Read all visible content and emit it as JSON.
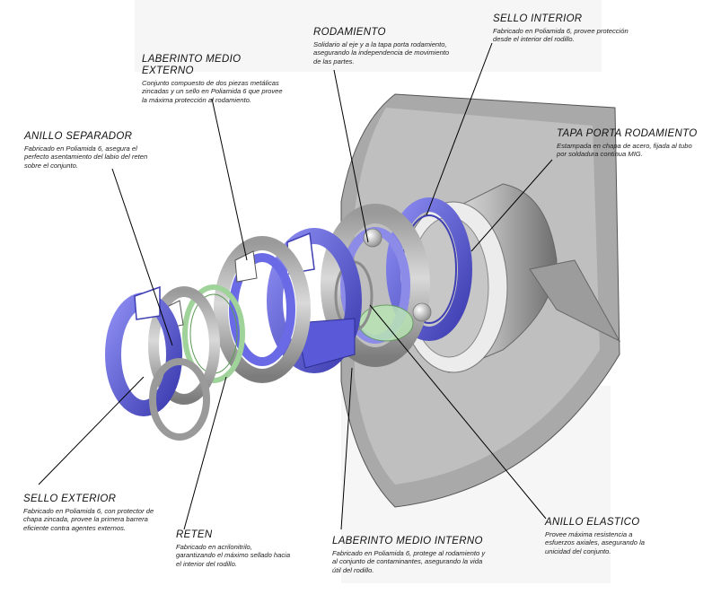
{
  "labels": {
    "anillo_separador": {
      "title": "ANILLO SEPARADOR",
      "desc": "Fabricado en Poliamida 6, asegura el perfecto asentamiento del labio del reten sobre el conjunto."
    },
    "laberinto_medio_externo": {
      "title": "LABERINTO MEDIO EXTERNO",
      "desc": "Conjunto compuesto de dos piezas metálicas zincadas y un sello en Poliamida 6 que provee la máxima protección al rodamiento."
    },
    "rodamiento": {
      "title": "RODAMIENTO",
      "desc": "Solidario al eje y a la tapa porta rodamiento, asegurando la independencia de movimiento de las partes."
    },
    "sello_interior": {
      "title": "SELLO INTERIOR",
      "desc": "Fabricado en Poliamida 6, provee protección desde el interior del rodillo."
    },
    "tapa_porta_rodamiento": {
      "title": "TAPA PORTA RODAMIENTO",
      "desc": "Estampada en chapa de acero, fijada al tubo por soldadura continua MIG."
    },
    "sello_exterior": {
      "title": "SELLO EXTERIOR",
      "desc": "Fabricado en Poliamida 6, con protector de chapa zincada, provee la primera barrera eficiente contra agentes externos."
    },
    "reten": {
      "title": "RETEN",
      "desc": "Fabricado en acrilonitrilo, garantizando el máximo sellado hacia el interior del rodillo."
    },
    "laberinto_medio_interno": {
      "title": "LABERINTO MEDIO INTERNO",
      "desc": "Fabricado en Poliamida 6, protege al rodamiento y al conjunto de contaminantes, asegurando la vida útil del rodillo."
    },
    "anillo_elastico": {
      "title": "ANILLO ELASTICO",
      "desc": "Provee máxima resistencia a esfuerzos axiales, asegurando la unicidad del conjunto."
    }
  },
  "colors": {
    "seal_purple": "#6a6ae6",
    "seal_purple_dark": "#3f3fb4",
    "reten_green": "#9fd39a",
    "steel": "#cfcfcf",
    "steel_dark": "#8a8a8a",
    "leader_line": "#000000",
    "background": "#ffffff"
  }
}
